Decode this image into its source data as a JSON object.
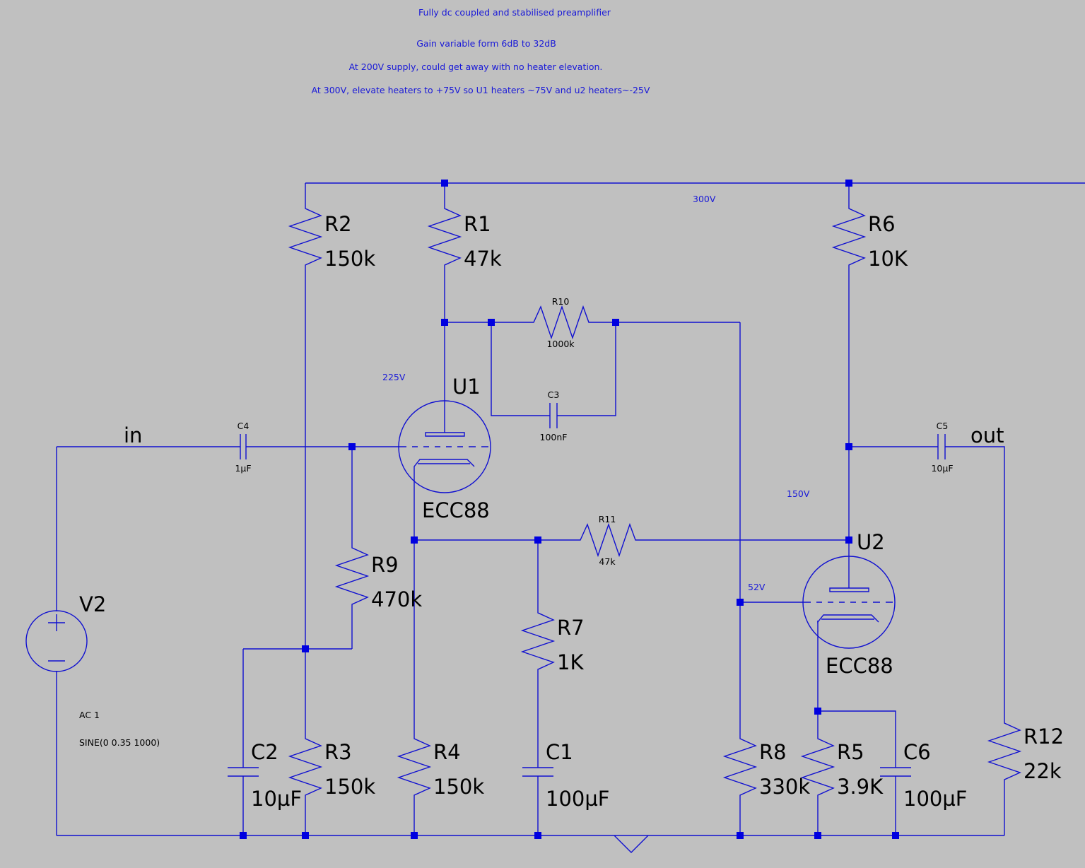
{
  "colors": {
    "background": "#c0c0c0",
    "wire": "#1010d0",
    "junction": "#0000e0",
    "note": "#1818d8"
  },
  "notes": [
    "Fully dc coupled and stabilised preamplifier",
    "Gain variable form 6dB to 32dB",
    "At 200V supply, could get away with no heater elevation.",
    "At 300V, elevate heaters to +75V so U1 heaters ~75V and u2 heaters~-25V"
  ],
  "net_labels": {
    "input": "in",
    "output": "out"
  },
  "voltages": {
    "supply": "300V",
    "u1_anode": "225V",
    "u2_anode": "150V",
    "u2_grid": "52V"
  },
  "components": {
    "R1": {
      "ref": "R1",
      "value": "47k"
    },
    "R2": {
      "ref": "R2",
      "value": "150k"
    },
    "R3": {
      "ref": "R3",
      "value": "150k"
    },
    "R4": {
      "ref": "R4",
      "value": "150k"
    },
    "R5": {
      "ref": "R5",
      "value": "3.9K"
    },
    "R6": {
      "ref": "R6",
      "value": "10K"
    },
    "R7": {
      "ref": "R7",
      "value": "1K"
    },
    "R8": {
      "ref": "R8",
      "value": "330k"
    },
    "R9": {
      "ref": "R9",
      "value": "470k"
    },
    "R10": {
      "ref": "R10",
      "value": "1000k"
    },
    "R11": {
      "ref": "R11",
      "value": "47k"
    },
    "R12": {
      "ref": "R12",
      "value": "22k"
    },
    "C1": {
      "ref": "C1",
      "value": "100µF"
    },
    "C2": {
      "ref": "C2",
      "value": "10µF"
    },
    "C3": {
      "ref": "C3",
      "value": "100nF"
    },
    "C4": {
      "ref": "C4",
      "value": "1µF"
    },
    "C5": {
      "ref": "C5",
      "value": "10µF"
    },
    "C6": {
      "ref": "C6",
      "value": "100µF"
    },
    "U1": {
      "ref": "U1",
      "value": "ECC88"
    },
    "U2": {
      "ref": "U2",
      "value": "ECC88"
    },
    "V2": {
      "ref": "V2"
    }
  },
  "source_directives": {
    "ac": "AC 1",
    "sine": "SINE(0 0.35 1000)"
  }
}
